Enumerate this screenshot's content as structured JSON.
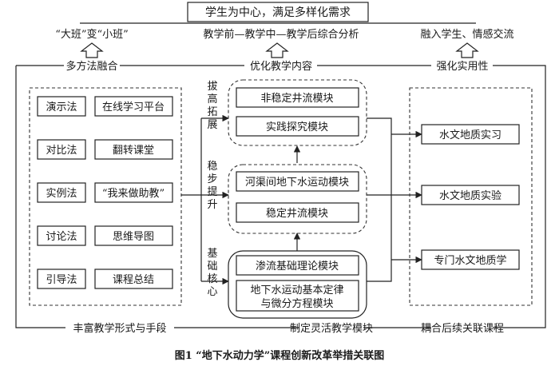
{
  "top_box": "学生为中心，满足多样化需求",
  "top_row": {
    "left": "“大班”变“小班”",
    "center": "教学前—教学中—教学后综合分析",
    "right": "融入学生、情感交流"
  },
  "mid_row": {
    "left": "多方法融合",
    "center": "优化教学内容",
    "right": "强化实用性"
  },
  "methods": [
    {
      "method": "演示法",
      "tool": "在线学习平台"
    },
    {
      "method": "对比法",
      "tool": "翻转课堂"
    },
    {
      "method": "实例法",
      "tool": "“我来做助教”"
    },
    {
      "method": "讨论法",
      "tool": "思维导图"
    },
    {
      "method": "引导法",
      "tool": "课程总结"
    }
  ],
  "levels": [
    {
      "label": "拔高拓展",
      "modules": [
        "非稳定井流模块",
        "实践探究模块"
      ]
    },
    {
      "label": "稳步提升",
      "modules": [
        "河渠间地下水运动模块",
        "稳定井流模块"
      ]
    },
    {
      "label": "基础核心",
      "modules": [
        "渗流基础理论模块",
        "地下水运动基本定律与微分方程模块"
      ]
    }
  ],
  "practice": [
    "水文地质实习",
    "水文地质实验",
    "专门水文地质学"
  ],
  "bottom_row": {
    "left": "丰富教学形式与手段",
    "center": "制定灵活教学模块",
    "right": "耦合后续关联课程"
  },
  "caption": "图1 “地下水动力学”课程创新改革举措关联图"
}
